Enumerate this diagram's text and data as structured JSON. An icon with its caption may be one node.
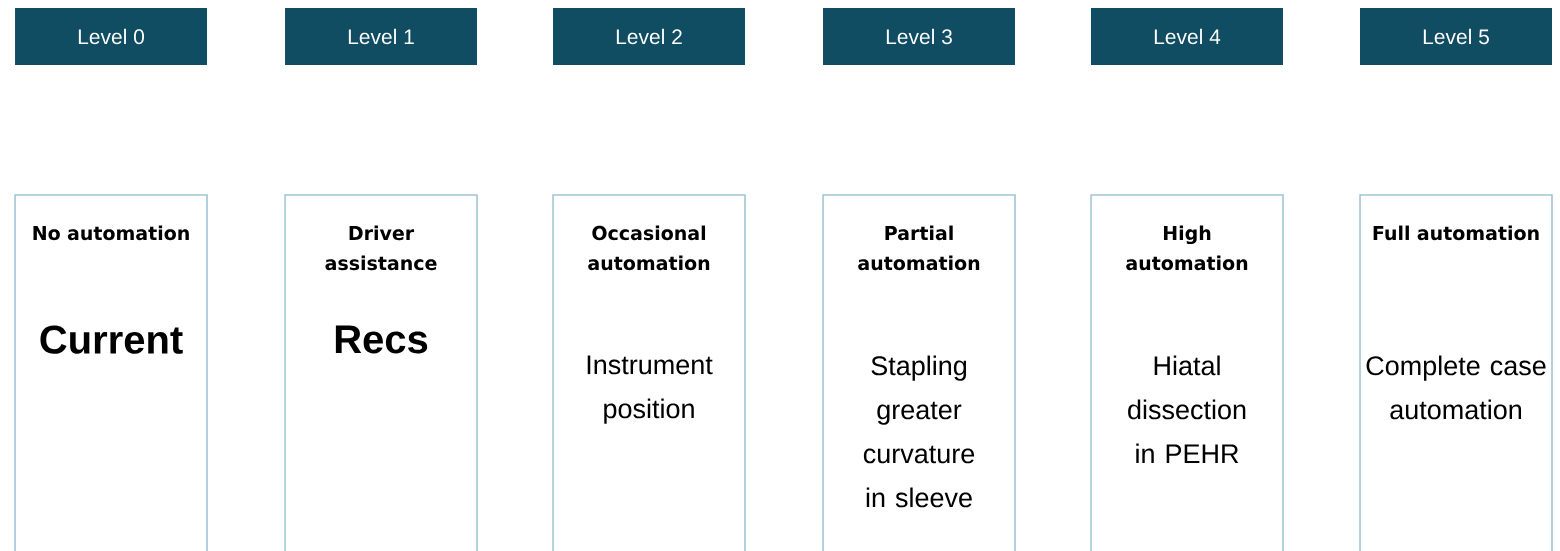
{
  "diagram": {
    "nodes": [
      {
        "text": [
          "Level 0"
        ]
      },
      {
        "text": [
          "Level 1"
        ]
      },
      {
        "text": [
          "Level 2"
        ]
      },
      {
        "text": [
          "Level 3"
        ]
      },
      {
        "text": [
          "Level 4"
        ]
      },
      {
        "text": [
          "Level 5"
        ]
      },
      {
        "text": [
          "No automation",
          "Current"
        ]
      },
      {
        "text": [
          "Driver assistance",
          "Recs"
        ]
      },
      {
        "text": [
          "Occasional automation",
          "Instrument position"
        ]
      },
      {
        "text": [
          "Partial automation",
          "Stapling greater curvature in sleeve"
        ]
      },
      {
        "text": [
          "High automation",
          "Hiatal dissection in PEHR"
        ]
      },
      {
        "text": [
          "Full automation",
          "Complete case automation"
        ]
      }
    ]
  }
}
